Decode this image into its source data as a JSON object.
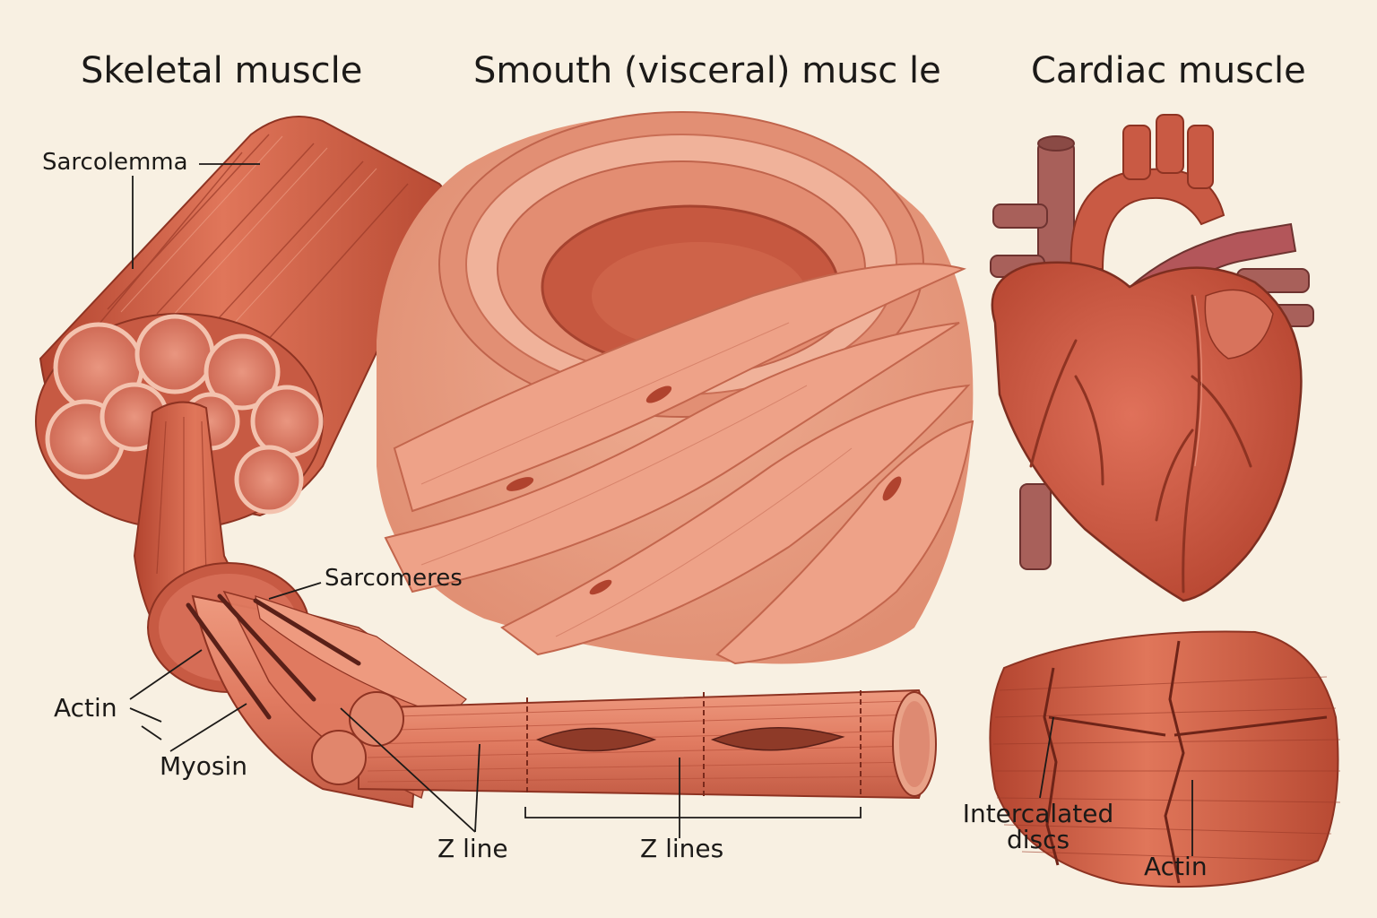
{
  "titles": {
    "skeletal": "Skeletal muscle",
    "smooth": "Smouth (visceral) musc le",
    "cardiac": "Cardiac muscle"
  },
  "labels": {
    "sarcolemma": "Sarcolemma",
    "sarcomeres": "Sarcomeres",
    "actin_left": "Actin",
    "myosin": "Myosin",
    "z_line": "Z line",
    "z_lines": "Z lines",
    "intercalated_line1": "Intercalated",
    "intercalated_line2": "discs",
    "actin_right": "Actin"
  },
  "colors": {
    "background": "#f8f0e2",
    "muscle_red": "#d9634a",
    "muscle_dark": "#a83a2a",
    "muscle_light": "#eb9275",
    "smooth_tissue": "#e9977c",
    "vessel": "#a8605a",
    "text": "#1c1a18"
  }
}
